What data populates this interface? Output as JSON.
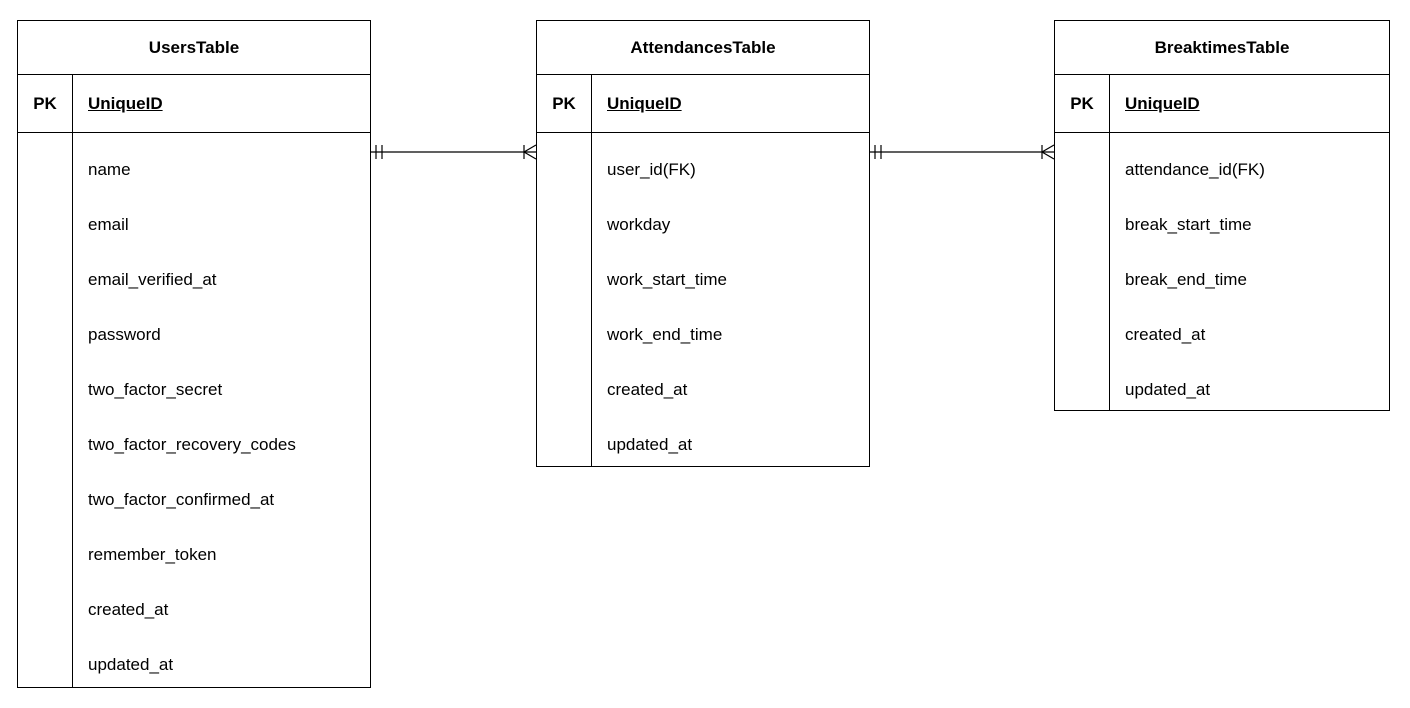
{
  "entities": [
    {
      "title": "UsersTable",
      "pk_label": "PK",
      "pk_name": "UniqueID",
      "fields": [
        "name",
        "email",
        "email_verified_at",
        "password",
        "two_factor_secret",
        "two_factor_recovery_codes",
        "two_factor_confirmed_at",
        "remember_token",
        "created_at",
        "updated_at"
      ]
    },
    {
      "title": "AttendancesTable",
      "pk_label": "PK",
      "pk_name": "UniqueID",
      "fields": [
        "user_id(FK)",
        "workday",
        "work_start_time",
        "work_end_time",
        "created_at",
        "updated_at"
      ]
    },
    {
      "title": "BreaktimesTable",
      "pk_label": "PK",
      "pk_name": "UniqueID",
      "fields": [
        "attendance_id(FK)",
        "break_start_time",
        "break_end_time",
        "created_at",
        "updated_at"
      ]
    }
  ],
  "relationships": [
    {
      "from": "UsersTable",
      "to": "AttendancesTable",
      "from_cardinality": "one-and-only-one",
      "to_cardinality": "one-or-many"
    },
    {
      "from": "AttendancesTable",
      "to": "BreaktimesTable",
      "from_cardinality": "one-and-only-one",
      "to_cardinality": "one-or-many"
    }
  ]
}
